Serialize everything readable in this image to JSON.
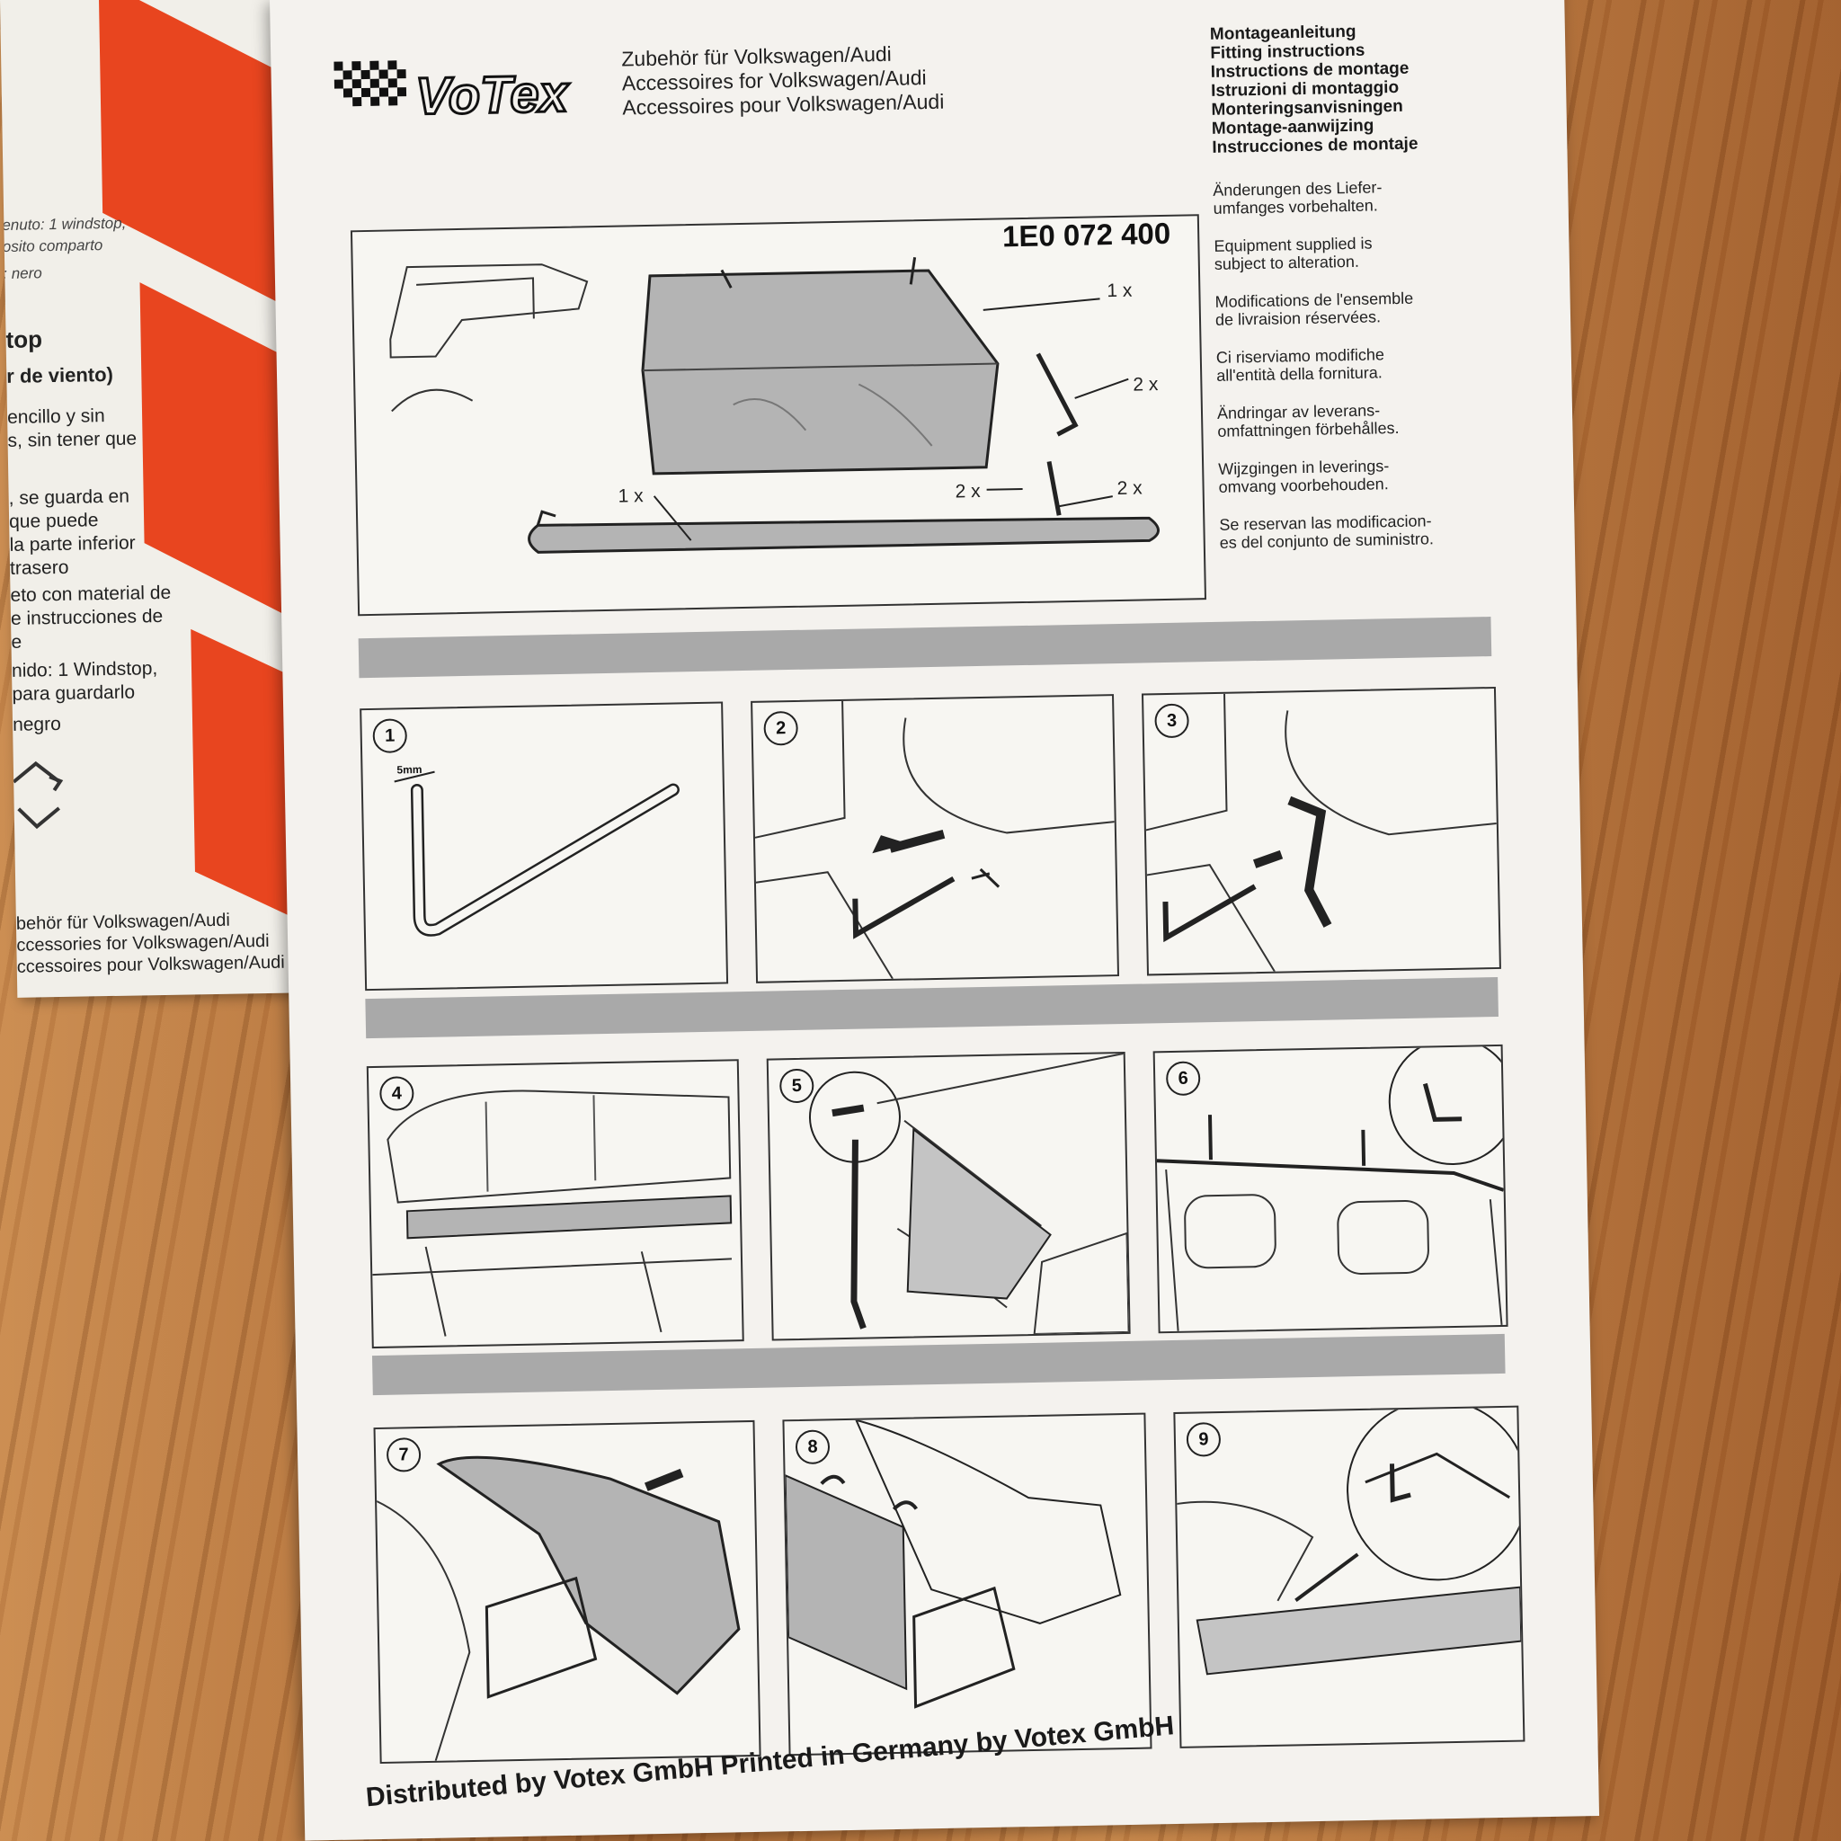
{
  "left_sheet": {
    "lines": [
      {
        "text": "enuto: 1 windstop,",
        "style": "small"
      },
      {
        "text": "osito comparto",
        "style": "small"
      },
      {
        "text": ": nero",
        "style": "small"
      },
      {
        "text": "top",
        "style": "bold"
      },
      {
        "text": "r de viento)",
        "style": "bold"
      },
      {
        "text": "encillo y sin",
        "style": "normal"
      },
      {
        "text": "s, sin tener que",
        "style": "normal"
      },
      {
        "text": ", se guarda en",
        "style": "normal"
      },
      {
        "text": "que puede",
        "style": "normal"
      },
      {
        "text": "la parte inferior",
        "style": "normal"
      },
      {
        "text": "trasero",
        "style": "normal"
      },
      {
        "text": "eto con material de",
        "style": "normal"
      },
      {
        "text": "e instrucciones de",
        "style": "normal"
      },
      {
        "text": "e",
        "style": "normal"
      },
      {
        "text": "nido: 1 Windstop,",
        "style": "normal"
      },
      {
        "text": "para guardarlo",
        "style": "normal"
      },
      {
        "text": "negro",
        "style": "normal"
      },
      {
        "text": "behör für Volkswagen/Audi",
        "style": "normal"
      },
      {
        "text": "ccessories for Volkswagen/Audi",
        "style": "normal"
      },
      {
        "text": "ccessoires pour Volkswagen/Audi",
        "style": "normal"
      }
    ]
  },
  "brand": {
    "logo_text": "VoTex"
  },
  "accessories_lines": [
    "Zubehör für Volkswagen/Audi",
    "Accessoires for Volkswagen/Audi",
    "Accessoires pour Volkswagen/Audi"
  ],
  "instructions_titles": [
    "Montageanleitung",
    "Fitting instructions",
    "Instructions de montage",
    "Istruzioni di montaggio",
    "Monteringsanvisningen",
    "Montage-aanwijzing",
    "Instrucciones de montaje"
  ],
  "notes": [
    [
      "Änderungen des Liefer-",
      "umfanges vorbehalten."
    ],
    [
      "Equipment supplied is",
      "subject to alteration."
    ],
    [
      "Modifications de l'ensemble",
      "de livraision réservées."
    ],
    [
      "Ci riserviamo modifiche",
      "all'entità della fornitura."
    ],
    [
      "Ändringar av leverans-",
      "omfattningen förbehålles."
    ],
    [
      "Wijzgingen in leverings-",
      "omvang voorbehouden."
    ],
    [
      "Se reservan las modificacion-",
      "es del conjunto de suministro."
    ]
  ],
  "parts": {
    "part_number": "1E0 072 400",
    "quantities": [
      "1 x",
      "2 x",
      "1 x",
      "2 x",
      "2 x"
    ]
  },
  "steps": {
    "labels": [
      "1",
      "2",
      "3",
      "4",
      "5",
      "6",
      "7",
      "8",
      "9"
    ],
    "dimension": "5mm"
  },
  "footer": "Distributed by Votex GmbH Printed in Germany by Votex GmbH"
}
